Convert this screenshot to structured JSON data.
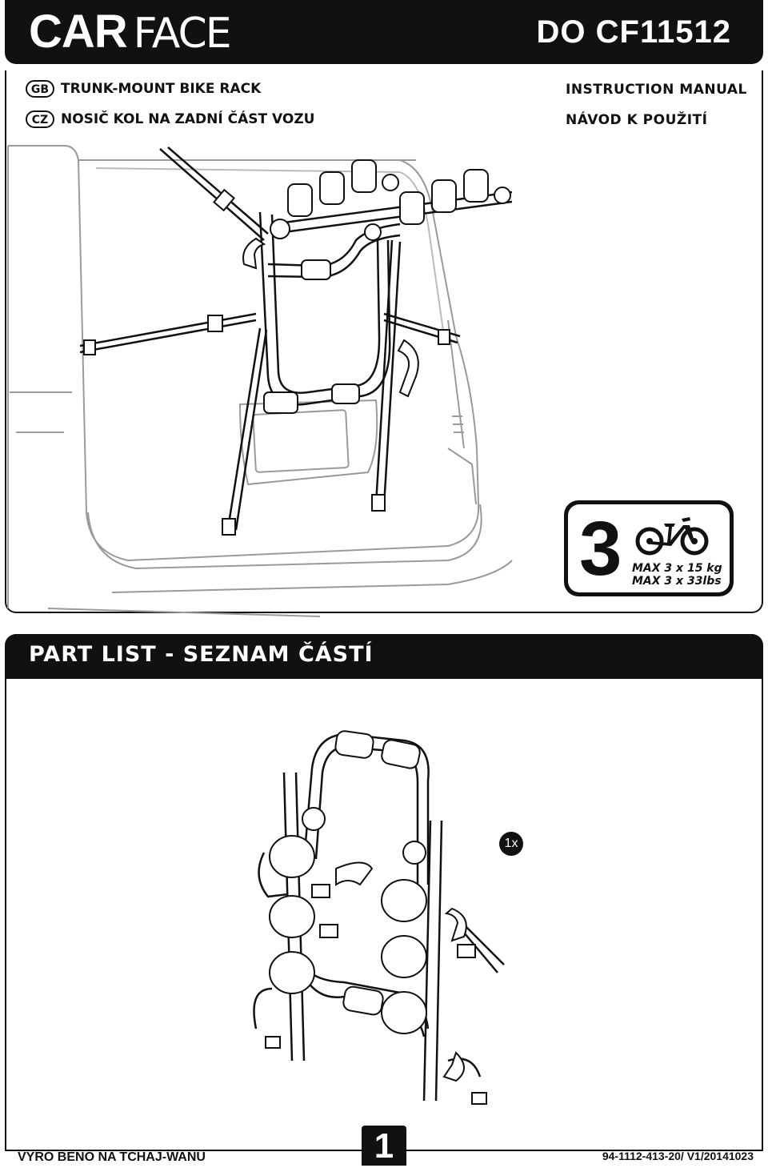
{
  "header": {
    "brand_bold": "CAR",
    "brand_thin": "FACE",
    "product_code": "DO CF11512"
  },
  "languages": [
    {
      "code": "GB",
      "product_name": "TRUNK-MOUNT BIKE RACK",
      "manual_title": "INSTRUCTION MANUAL"
    },
    {
      "code": "CZ",
      "product_name": "NOSIČ KOL NA ZADNÍ ČÁST VOZU",
      "manual_title": "NÁVOD K POUŽITÍ"
    }
  ],
  "capacity": {
    "bikes": "3",
    "line1": "MAX 3 x 15 kg",
    "line2": "MAX 3 x 33lbs"
  },
  "parts": {
    "title": "PART LIST - SEZNAM ČÁSTÍ",
    "quantity": "1x"
  },
  "footer": {
    "left": "VYRO BENO NA TCHAJ-WANU",
    "page": "1",
    "right": "94-1112-413-20/ V1/20141023"
  }
}
